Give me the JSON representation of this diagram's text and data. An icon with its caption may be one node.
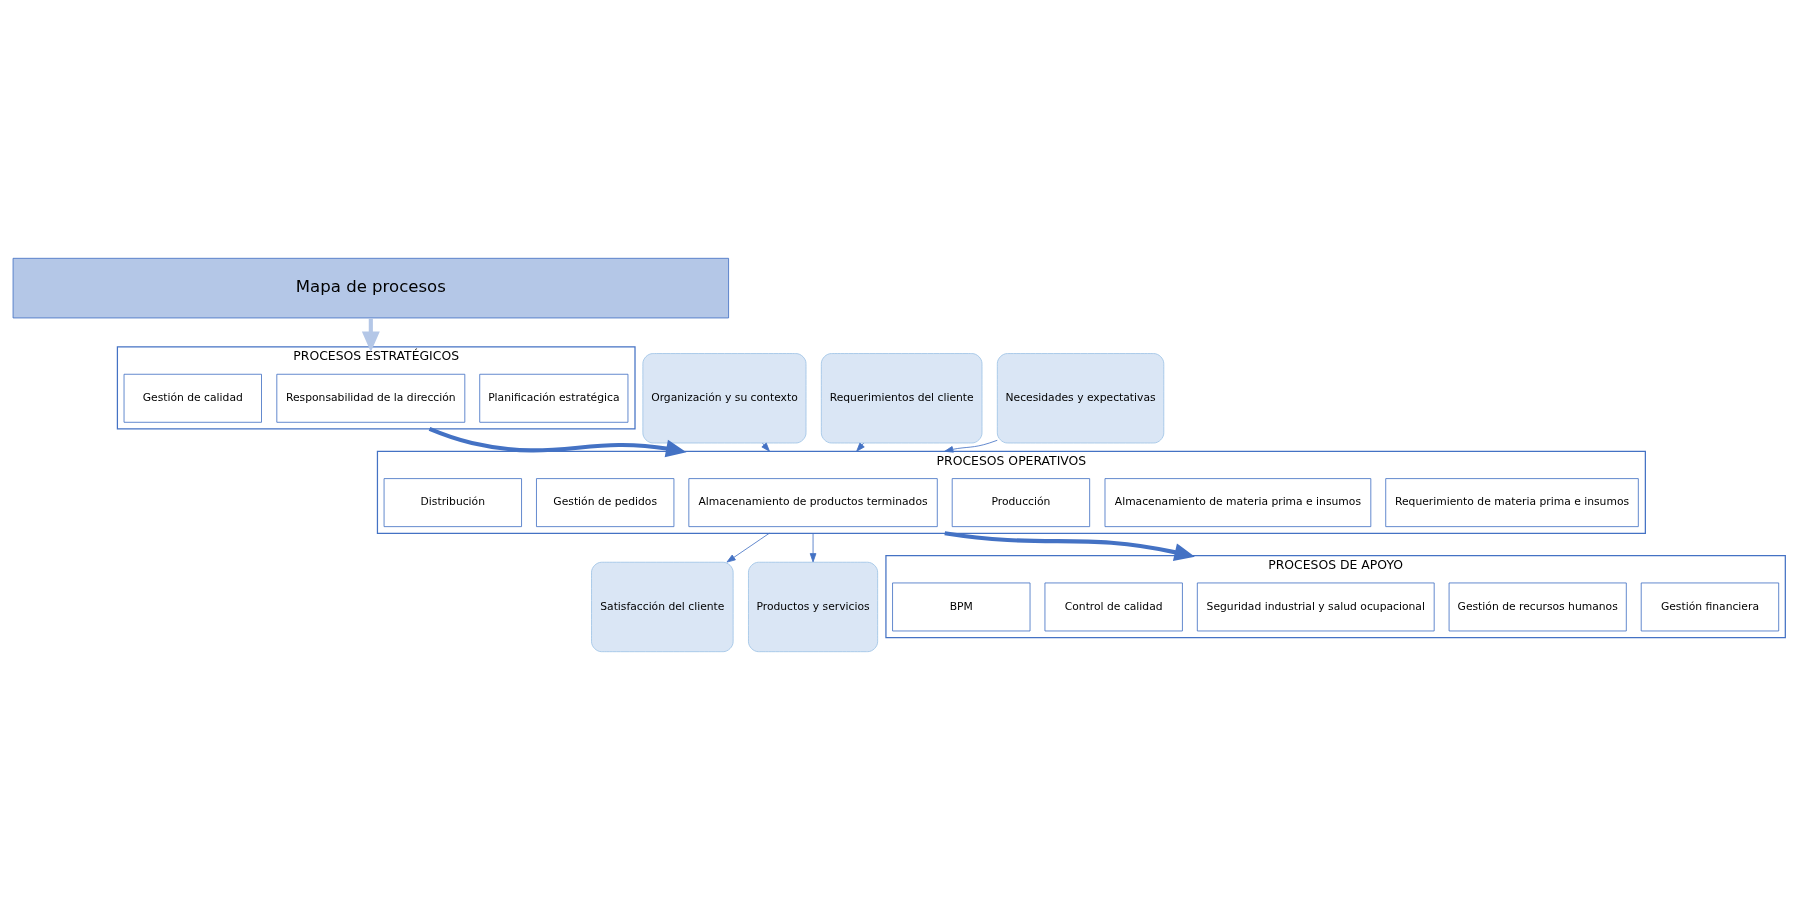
{
  "diagram": {
    "nodes": [
      {
        "text": [
          "Mapa de procesos"
        ]
      },
      {
        "text": [
          "Organización y su contexto"
        ]
      },
      {
        "text": [
          "Requerimientos del cliente"
        ]
      },
      {
        "text": [
          "Necesidades y expectativas"
        ]
      },
      {
        "text": [
          "PROCESOS ESTRATÉGICOS"
        ]
      },
      {
        "text": [
          "Planificación estratégica"
        ],
        "in": 4
      },
      {
        "text": [
          "Responsabilidad de la dirección"
        ],
        "in": 4
      },
      {
        "text": [
          "Gestión de calidad"
        ],
        "in": 4
      },
      {
        "text": [
          "PROCESOS OPERATIVOS"
        ]
      },
      {
        "text": [
          "Requerimiento de materia prima e insumos"
        ],
        "in": 8
      },
      {
        "text": [
          "Almacenamiento de materia prima e insumos"
        ],
        "in": 8
      },
      {
        "text": [
          "Producción"
        ],
        "in": 8
      },
      {
        "text": [
          "Almacenamiento de productos terminados"
        ],
        "in": 8
      },
      {
        "text": [
          "Gestión de pedidos"
        ],
        "in": 8
      },
      {
        "text": [
          "Distribución"
        ],
        "in": 8
      },
      {
        "text": [
          "PROCESOS DE APOYO"
        ]
      },
      {
        "text": [
          "Gestión financiera"
        ],
        "in": 15
      },
      {
        "text": [
          "Gestión de recursos humanos"
        ],
        "in": 15
      },
      {
        "text": [
          "Seguridad industrial y salud ocupacional"
        ],
        "in": 15
      },
      {
        "text": [
          "Control de calidad"
        ],
        "in": 15
      },
      {
        "text": [
          "BPM"
        ],
        "in": 15
      },
      {
        "text": [
          "Satisfacción del cliente"
        ]
      },
      {
        "text": [
          "Productos y servicios"
        ]
      }
    ],
    "edges": [
      {
        "from": 0,
        "to": 4,
        "arrow": "to",
        "style": "thick",
        "color": "#b4c7e7"
      },
      {
        "from": 4,
        "to": 8,
        "arrow": "to",
        "style": "thick"
      },
      {
        "from": 8,
        "to": 15,
        "arrow": "to",
        "style": "thick"
      },
      {
        "from": 1,
        "to": 8,
        "arrow": "to"
      },
      {
        "from": 2,
        "to": 8,
        "arrow": "to"
      },
      {
        "from": 3,
        "to": 8,
        "arrow": "to"
      },
      {
        "from": 8,
        "to": 21,
        "arrow": "to"
      },
      {
        "from": 8,
        "to": 22,
        "arrow": "to"
      }
    ]
  }
}
